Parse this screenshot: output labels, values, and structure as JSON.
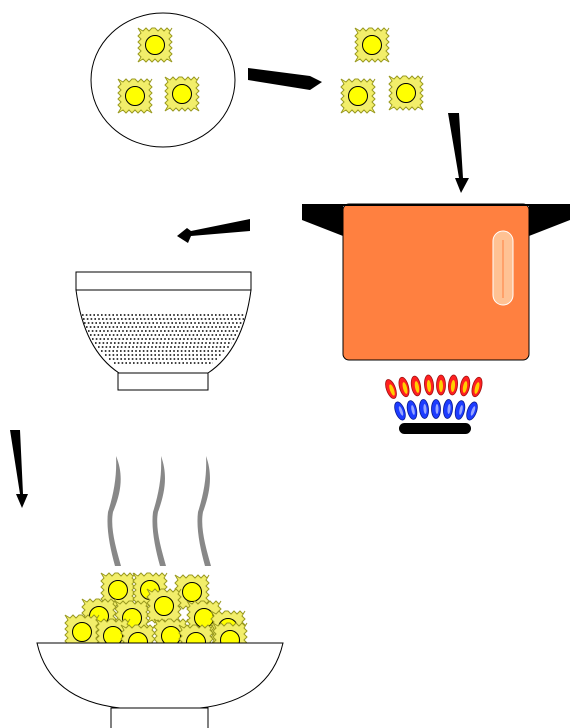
{
  "diagram": {
    "steps": [
      {
        "id": "ravioli-plate",
        "ravioli_count": 3
      },
      {
        "id": "ravioli-moved",
        "ravioli_count": 3
      },
      {
        "id": "pot-on-stove"
      },
      {
        "id": "colander-drain"
      },
      {
        "id": "bowl-served",
        "ravioli_count": 14
      }
    ],
    "arrows": 4,
    "steam_wisps": 3
  },
  "colors": {
    "ravioli_square": "#f2ee6a",
    "ravioli_edge": "#9a9a20",
    "ravioli_center": "#ffff00",
    "pot_body": "#ff8040",
    "pot_handle": "#000000",
    "flame_outer": "#ff2020",
    "flame_inner": "#ffd000",
    "flame_blue": "#1d3cff",
    "steam": "#888888",
    "outline": "#000000"
  }
}
